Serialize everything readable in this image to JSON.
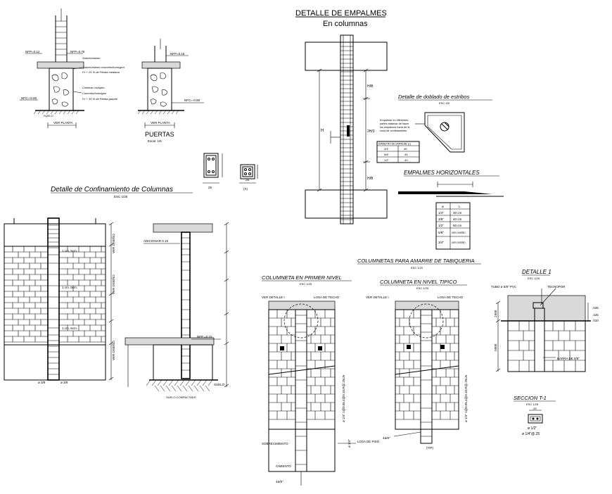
{
  "empalmes": {
    "title": "DETALLE DE EMPALMES",
    "subtitle": "En columnas",
    "label_hb_top": "H/B",
    "label_h": "H",
    "label_2h3": "2H/3",
    "label_hb_bottom": "H/B"
  },
  "doblado": {
    "title": "Detalle de doblado de estribos",
    "scale": "ESC 3/5",
    "note": [
      "Empalmar en diferentes",
      "partes tratando de hacer",
      "los empalmes fuera de la",
      "zona de confinamiento"
    ],
    "table_header": "DIAMETRO DE EMPALME (L)",
    "table_rows": [
      [
        "3/4\"",
        "45"
      ],
      [
        "5/8\"",
        ".45"
      ],
      [
        "1/2\"",
        ".40"
      ]
    ]
  },
  "horizontales": {
    "title": "EMPALMES HORIZONTALES",
    "header": [
      "ø",
      "L"
    ],
    "rows": [
      [
        "1/4\"",
        "30 cm"
      ],
      [
        "3/8\"",
        "40 cm"
      ],
      [
        "1/2\"",
        "50 cm"
      ],
      [
        "5/8\"",
        "VER DISEÑO"
      ],
      [
        "3/4\"",
        "VER DISEÑO"
      ]
    ]
  },
  "sobrecimiento": {
    "nfp_left": "NFP=0.12",
    "nfp_mid": "NFP=0.76",
    "nfp_low": "NFC=-0.60",
    "note1_title": "Sobrecimiento",
    "note1": "Sobrecimiento concreto/hormigón",
    "note1b": "Fc + 25 % de Piedra mediana",
    "note2_title": "Cimiento ciclópeo",
    "note2": "Concreto/hormigón",
    "note2b": "Fc + 30 % de Piedra grande",
    "ver_planta": "VER PLANTA",
    "suelo": "SUELO"
  },
  "puertas": {
    "title": "PUERTAS",
    "scale": "Escal. 1/5",
    "nfp": "NFP=0.15",
    "nfc": "NFC=-0.80",
    "ver_planta": "VER PLANTA"
  },
  "secciones": {
    "dim1": "25",
    "dim2": ".25",
    "label_x": "(X)"
  },
  "confinamiento": {
    "title": "Detalle de Confinamiento de Columnas",
    "scale": "ESC 1/25",
    "labels": [
      "1 cm. 5cm.",
      "1 cm. 5cm.",
      "1 cm. 5cm."
    ],
    "bottom_left": "ø 3/8",
    "bottom_right": "ø 3/8",
    "vert_labels": [
      "VER DISEÑO",
      "VER DISEÑO",
      "VER DISEÑO"
    ],
    "elev_label": "ADICIONAR 0.15",
    "nfp": "NFP =0.15",
    "suelo": "SUELO",
    "suelo2": "SUELO COMPACTADO"
  },
  "columnetas": {
    "title": "COLUMNETAS PARA AMARRE DE TABIQUERIA",
    "scale": "ESC 1/20",
    "primer": {
      "title": "COLUMNETA EN PRIMER NIVEL",
      "scale": "ESC 1/25",
      "ver_detalle": "VER DETALLE I",
      "losa": "LOSA DE TECHO",
      "sobrecimiento": "SOBRECIMIENTO",
      "cimiento": "CIMIENTO",
      "losa_piso": "LOSA DE PISO",
      "bar": "4ø/8\"",
      "vert": "ø 1/4\" 1@0.05,4@0.10,R@.25c/e",
      "vert2": "ø 1/4\""
    },
    "tipico": {
      "title": "COLUMNETA EN NIVEL TIPICO",
      "scale": "ESC 1/25",
      "ver_detalle": "VER DETALLE I",
      "losa": "LOSA DE TECHO",
      "bar": "4ø/8\"",
      "tip": "(TIP)",
      "vert": "ø 1/4\" 1@0.05,4@0.10,R@.25c/e"
    }
  },
  "detalle1": {
    "title": "DETALLE 1",
    "scale": "ESC 1/25",
    "tubo": "TUBO ø 5/8\" PVC",
    "tecnopor": "TECNOPOR",
    "dims": [
      ".025",
      ".125",
      ".010"
    ],
    "left_dims": [
      ".1500",
      ".5000"
    ],
    "barra": "BARRA DE 5/8\""
  },
  "seccion": {
    "title": "SECCION T-1",
    "scale": "ESC 1/25",
    "dim": ".25",
    "bar1": "ø 1/2\"",
    "bar2": "ø 1/4\"@.25"
  }
}
